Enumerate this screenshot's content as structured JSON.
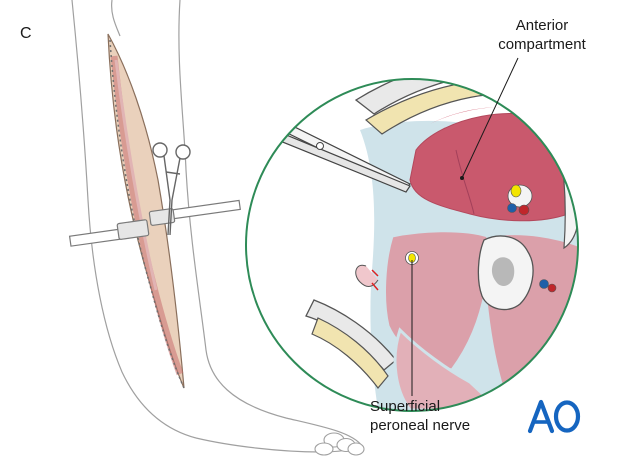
{
  "panel_letter": "C",
  "labels": {
    "anterior_compartment": [
      "Anterior",
      "compartment"
    ],
    "superficial_peroneal_nerve": [
      "Superficial",
      "peroneal nerve"
    ]
  },
  "logo": {
    "text": "AO",
    "color": "#1565c0"
  },
  "colors": {
    "inset_ring": "#2e8b57",
    "anterior_muscle": "#c9596d",
    "lateral_muscle": "#dba0aa",
    "fascia": "#cfe3ea",
    "bone_cortex": "#f1e4b0",
    "nerve": "#f3e500",
    "artery": "#c0262b",
    "vein": "#1f5fa8",
    "skin_outline": "#9a9a9a"
  }
}
